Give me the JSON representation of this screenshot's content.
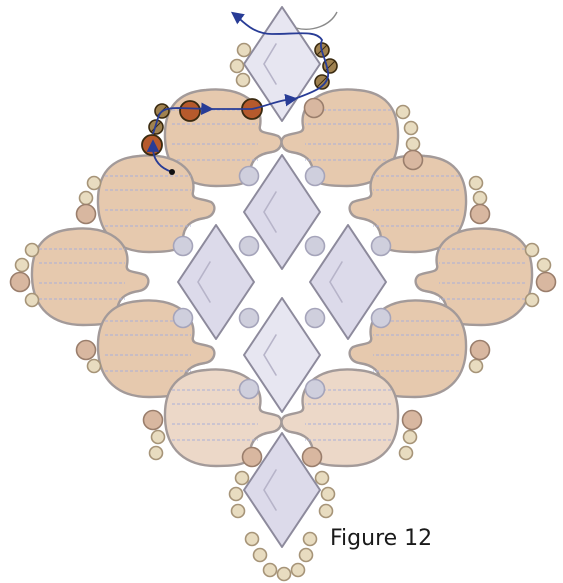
{
  "figure": {
    "label": "Figure 12"
  },
  "colors": {
    "petal_fill": "#e6c9ae",
    "petal_fill_light": "#ecd8c8",
    "petal_stroke": "#a39a99",
    "diamond_fill": "#dcdaea",
    "diamond_fill_light": "#e7e6f1",
    "diamond_stroke": "#8d8a9c",
    "seed_bead_cream": "#e8dcc0",
    "seed_bead_tan": "#d8b7a0",
    "gray_bead": "#cfcfdd",
    "highlight_bead_small": "#a08250",
    "highlight_bead_large": "#b65a2c",
    "thread_path": "#283c96",
    "thread_tail": "#8a8a8a"
  },
  "icons": [
    "thread-path-arrow",
    "needle-start-dot"
  ]
}
